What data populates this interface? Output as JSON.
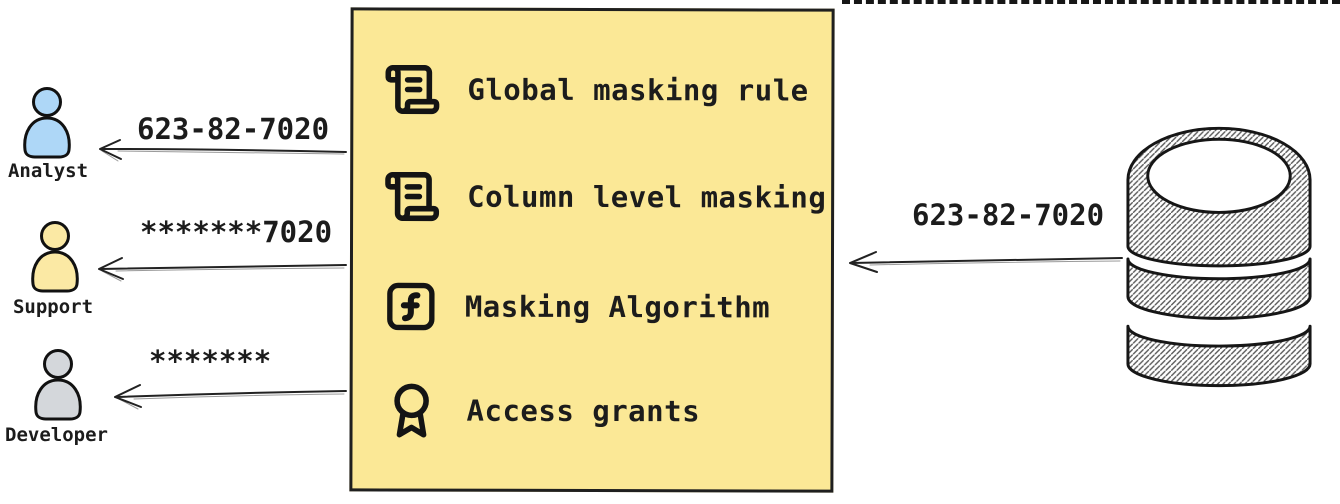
{
  "colors": {
    "box_fill": "#fbe896",
    "box_border": "#1f1f1f",
    "ink": "#1c1c1c",
    "analyst_fill": "#aed7f7",
    "support_fill": "#fbe9a4",
    "developer_fill": "#d4d7db"
  },
  "box": {
    "items": [
      {
        "icon": "scroll-text-icon",
        "label": "Global masking rule"
      },
      {
        "icon": "scroll-text-icon",
        "label": "Column level masking"
      },
      {
        "icon": "function-square-icon",
        "label": "Masking Algorithm"
      },
      {
        "icon": "award-icon",
        "label": "Access grants"
      }
    ]
  },
  "actors": [
    {
      "name": "Analyst",
      "received_value": "623-82-7020",
      "color": "#aed7f7"
    },
    {
      "name": "Support",
      "received_value": "*******7020",
      "color": "#fbe9a4"
    },
    {
      "name": "Developer",
      "received_value": "*******",
      "color": "#d4d7db"
    }
  ],
  "database": {
    "icon": "database-icon",
    "outgoing_value": "623-82-7020"
  }
}
